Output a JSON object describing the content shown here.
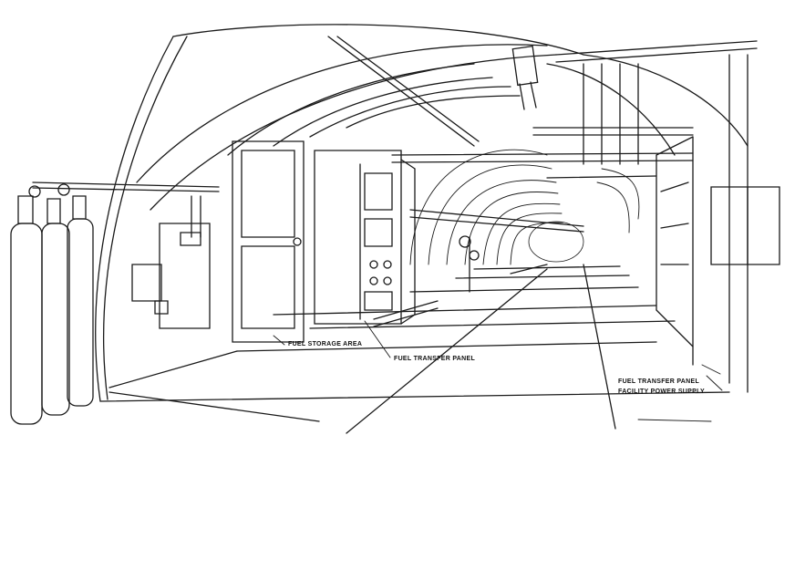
{
  "callouts": {
    "fuel_storage_area": "FUEL STORAGE AREA",
    "fuel_transfer_panel": "FUEL TRANSFER PANEL",
    "fuel_transfer_panel_right": "FUEL TRANSFER PANEL",
    "facility_power_supply": "FACILITY POWER SUPPLY"
  },
  "colors": {
    "ink": "#1a1a1a",
    "paper": "#ffffff"
  }
}
